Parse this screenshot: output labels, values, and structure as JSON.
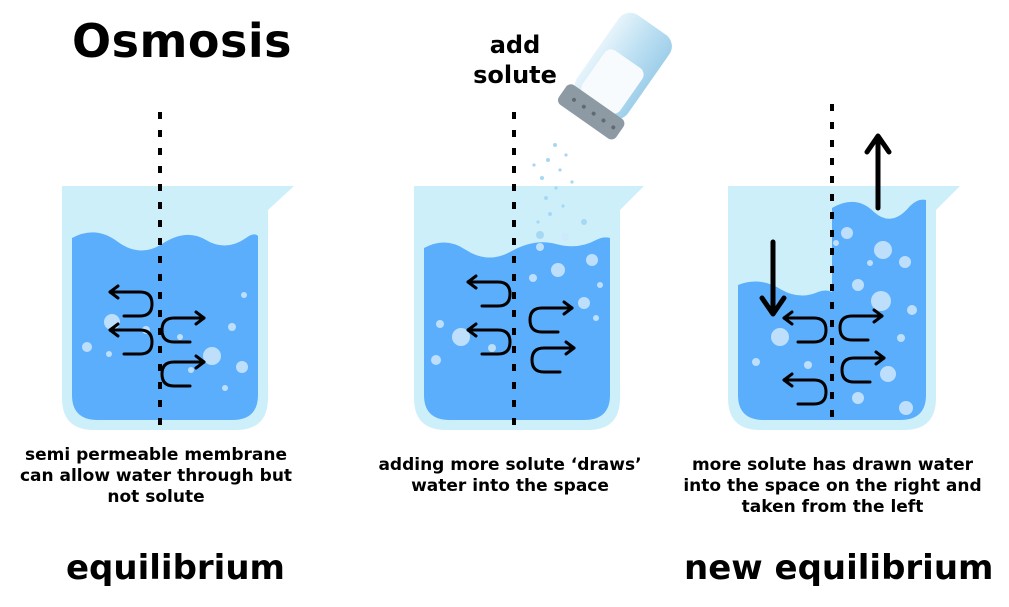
{
  "title": "Osmosis",
  "add_solute_label": "add solute",
  "captions": {
    "beaker1": "semi permeable membrane can allow water through but not solute",
    "beaker2": "adding more solute ‘draws’ water into the space",
    "beaker3": "more solute has drawn water into the space on the right and taken from the left"
  },
  "states": {
    "left": "equilibrium",
    "right": "new equilibrium"
  },
  "colors": {
    "glass": "#cdeffa",
    "water": "#5aaefb",
    "water_dark": "#4a9ff0",
    "arrow": "#000000",
    "membrane": "#000000"
  },
  "icons": [
    "beaker-icon",
    "salt-shaker-icon",
    "membrane-line",
    "flow-arrow-icon",
    "arrow-up-icon",
    "arrow-down-icon"
  ]
}
